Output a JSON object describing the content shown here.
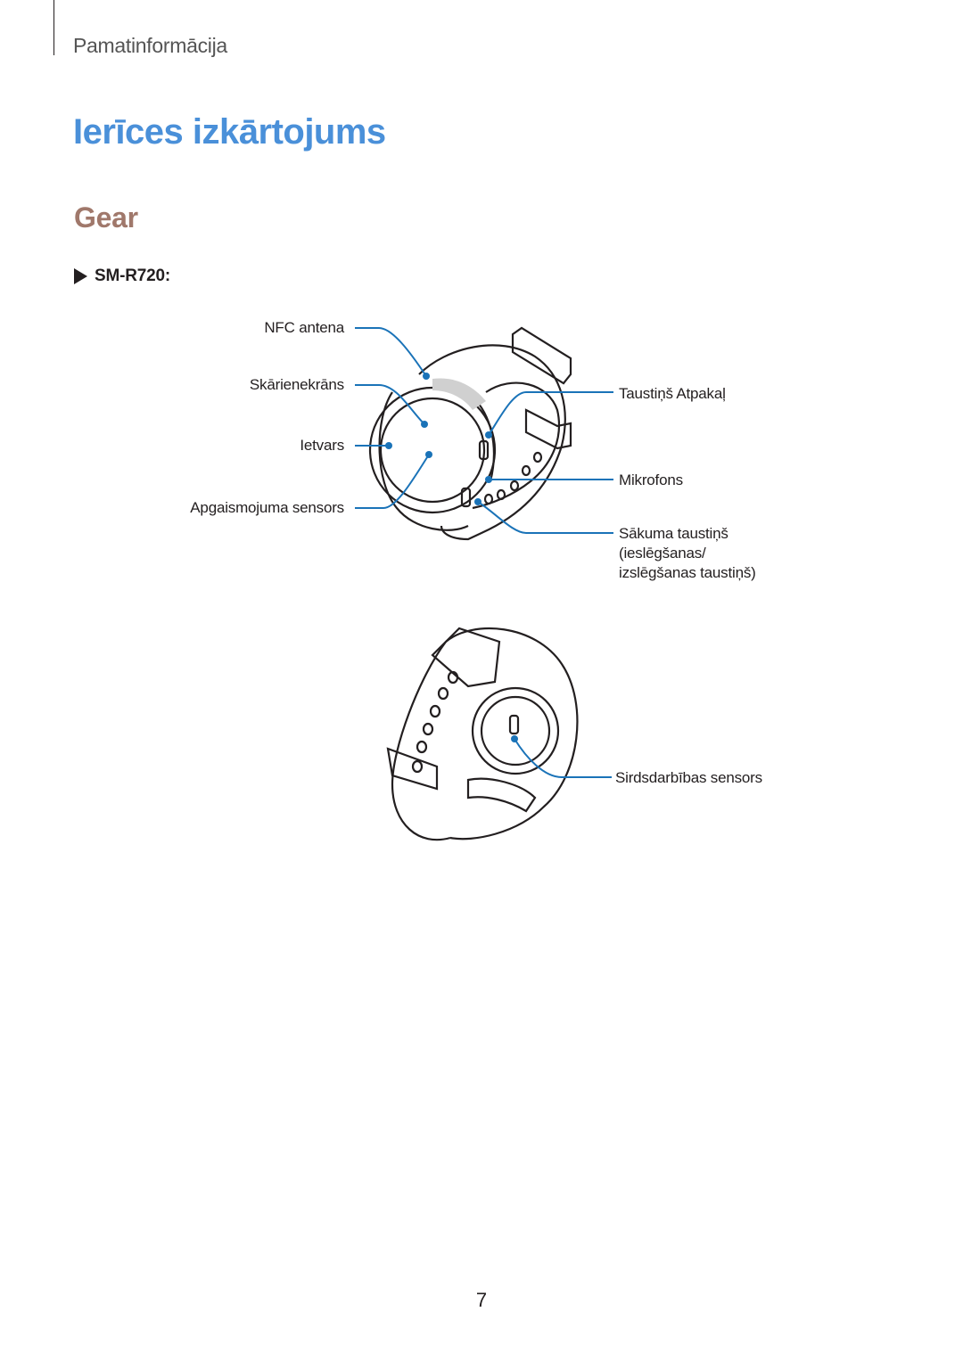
{
  "header": {
    "section": "Pamatinformācija"
  },
  "page": {
    "title": "Ierīces izkārtojums",
    "section_title": "Gear",
    "number": "7"
  },
  "model": {
    "icon": "play-triangle-icon",
    "label": "SM-R720:"
  },
  "colors": {
    "title_blue": "#4a90d9",
    "section_brown": "#a0786b",
    "callout_blue": "#1a73b8"
  },
  "figure_front": {
    "labels": {
      "nfc": "NFC antena",
      "touchscreen": "Skārienekrāns",
      "bezel": "Ietvars",
      "light_sensor": "Apgaismojuma sensors",
      "back_key": "Taustiņš Atpakaļ",
      "microphone": "Mikrofons",
      "home_key_1": "Sākuma taustiņš",
      "home_key_2": "(ieslēgšanas/",
      "home_key_3": "izslēgšanas taustiņš)"
    }
  },
  "figure_back": {
    "labels": {
      "heart_rate": "Sirdsdarbības sensors"
    }
  }
}
